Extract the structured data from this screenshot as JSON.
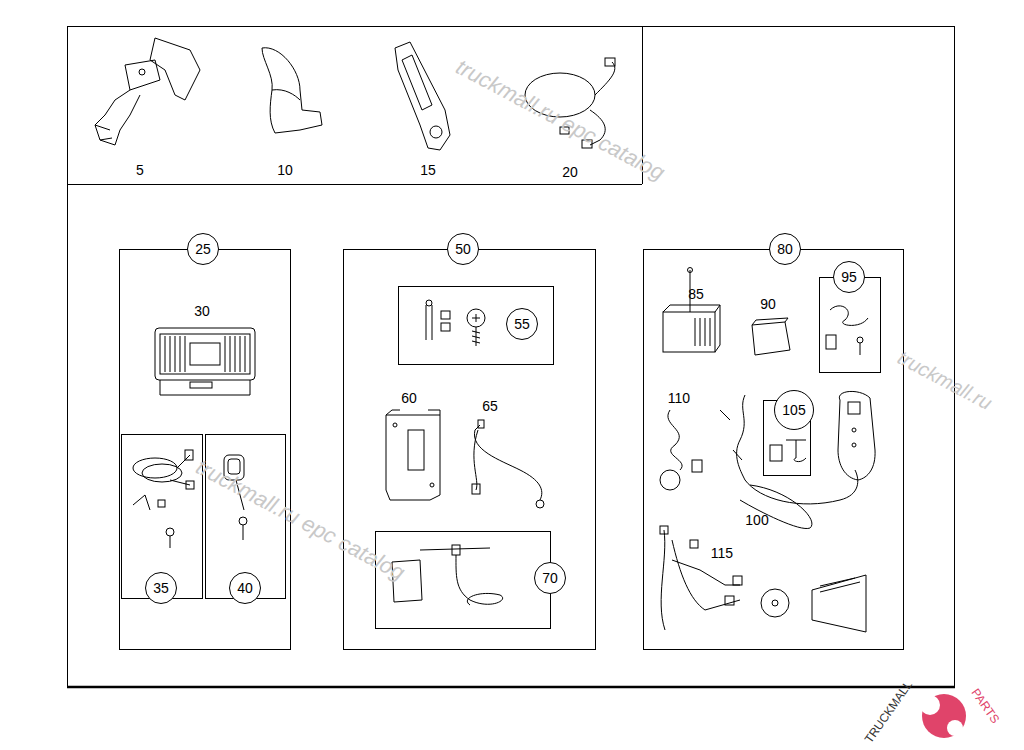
{
  "diagram": {
    "nodes": [
      {
        "text": [
          "5"
        ]
      },
      {
        "text": [
          "10"
        ]
      },
      {
        "text": [
          "15"
        ]
      },
      {
        "text": [
          "20"
        ]
      },
      {
        "text": [
          "25"
        ]
      },
      {
        "text": [
          "35"
        ],
        "in": 4
      },
      {
        "text": [
          "40"
        ],
        "in": 4
      },
      {
        "text": [
          "50"
        ]
      },
      {
        "text": [
          "55"
        ],
        "in": 7
      },
      {
        "text": [
          "70"
        ],
        "in": 7
      },
      {
        "text": [
          "80"
        ]
      },
      {
        "text": [
          "95"
        ],
        "in": 10
      },
      {
        "text": [
          "105"
        ],
        "in": 10
      }
    ],
    "labels": [
      "30",
      "60",
      "65",
      "85",
      "90",
      "110",
      "100",
      "115",
      "truckmall.ru epc catalog",
      "truckmall.ru epc catalog",
      "truckmall.ru",
      "TRUCKMALL",
      "PARTS"
    ]
  }
}
